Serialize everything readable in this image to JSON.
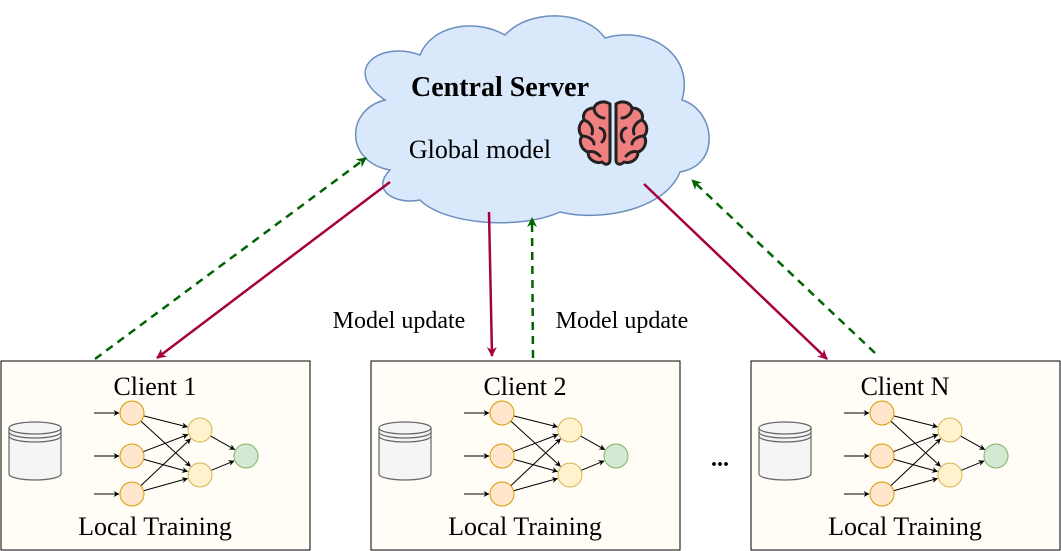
{
  "server": {
    "title": "Central Server",
    "subtitle": "Global model",
    "icon": "brain-icon",
    "cloud_fill": "#dae8fc",
    "cloud_stroke": "#6c8ebf",
    "brain_fill": "#f08080"
  },
  "labels": {
    "update_left": "Model update",
    "update_right": "Model update",
    "ellipsis": "..."
  },
  "clients": [
    {
      "title": "Client 1",
      "footer": "Local Training"
    },
    {
      "title": "Client 2",
      "footer": "Local Training"
    },
    {
      "title": "Client N",
      "footer": "Local Training"
    }
  ],
  "colors": {
    "download_arrow": "#a50040",
    "upload_arrow": "#006400",
    "client_fill": "#fffdf6",
    "input_node_fill": "#ffe6cc",
    "input_node_stroke": "#d79b00",
    "hidden_node_fill": "#fff2cc",
    "hidden_node_stroke": "#d6b656",
    "output_node_fill": "#d5e8d4",
    "output_node_stroke": "#82b366",
    "database_fill": "#f5f5f5",
    "database_stroke": "#666666"
  },
  "icons": {
    "database": "database-icon"
  }
}
